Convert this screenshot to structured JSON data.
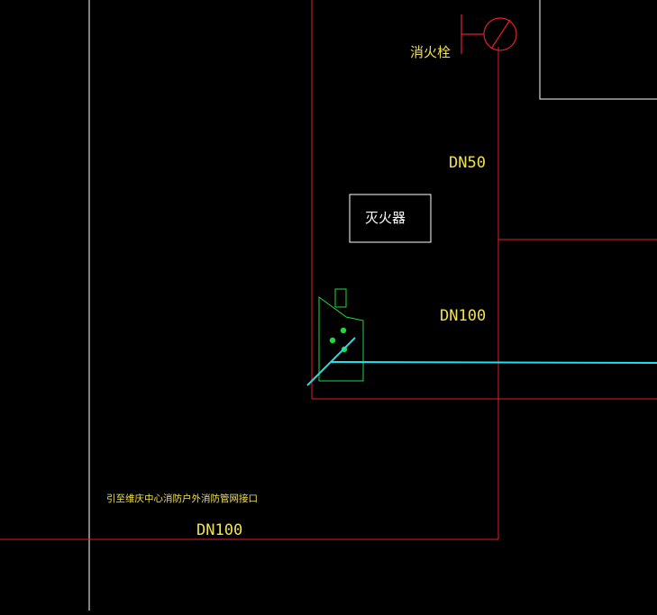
{
  "labels": {
    "hydrant": "消火栓",
    "dn50": "DN50",
    "extinguisher": "灭火器",
    "dn100_upper": "DN100",
    "connection_note": "引至维庆中心消防户外消防管网接口",
    "dn100_lower": "DN100"
  },
  "colors": {
    "background": "#000000",
    "wall": "#ffffff",
    "pipe": "#e0202a",
    "text": "#f0e24a",
    "pump_adapter": "#20d840",
    "water_line": "#1fe0e8"
  },
  "icons": {
    "hydrant": "fire-hydrant-symbol",
    "pump_adapter": "pump-adapter-symbol"
  }
}
